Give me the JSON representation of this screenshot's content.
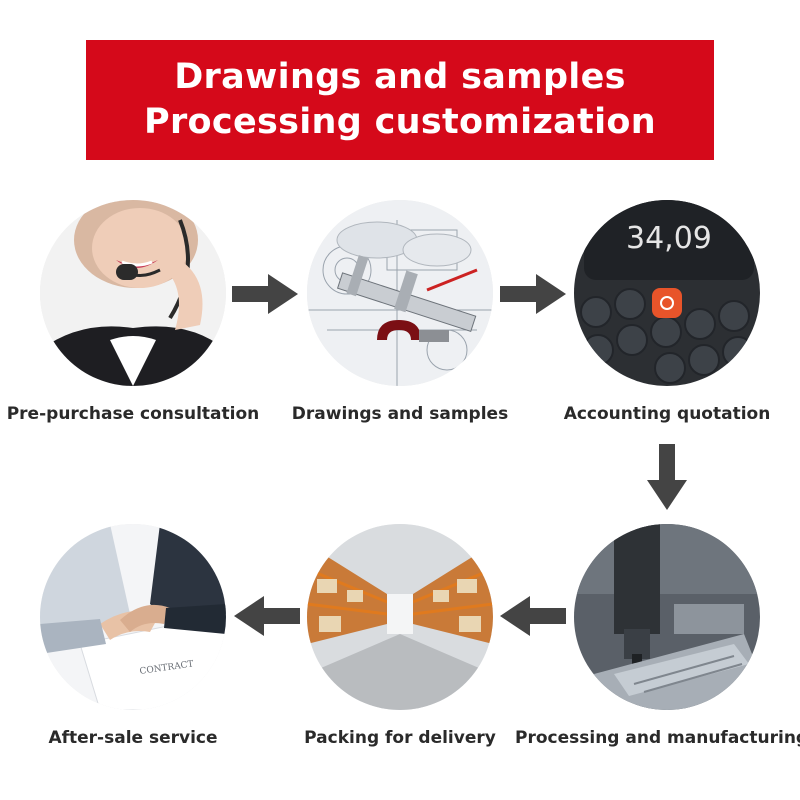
{
  "banner": {
    "line1": "Drawings and samples",
    "line2": "Processing customization"
  },
  "steps": [
    {
      "label": "Pre-purchase consultation",
      "icon": "headset-agent-photo"
    },
    {
      "label": "Drawings and samples",
      "icon": "blueprint-caliper-photo"
    },
    {
      "label": "Accounting quotation",
      "icon": "calculator-photo",
      "display": "34,09"
    },
    {
      "label": "Processing and manufacturing",
      "icon": "cnc-machine-photo"
    },
    {
      "label": "Packing for delivery",
      "icon": "warehouse-photo"
    },
    {
      "label": "After-sale service",
      "icon": "handshake-photo",
      "doc_text": "CONTRACT"
    }
  ],
  "colors": {
    "banner": "#d5091a",
    "banner_text": "#ffffff",
    "arrow": "#444444",
    "label": "#2a2a2a"
  }
}
